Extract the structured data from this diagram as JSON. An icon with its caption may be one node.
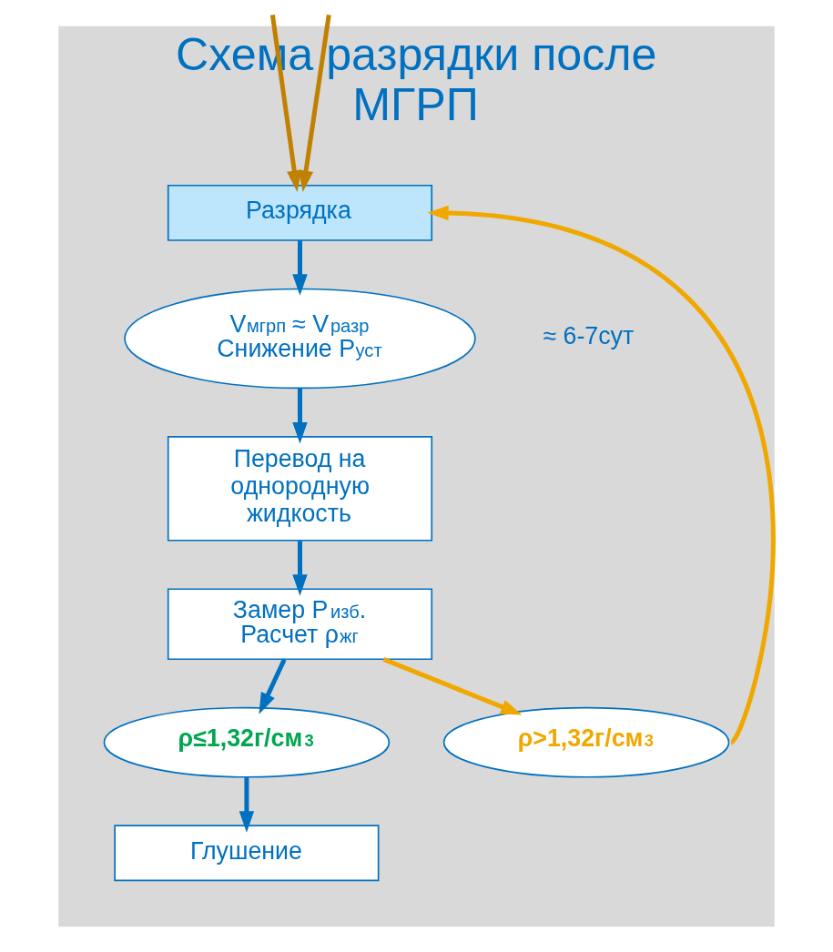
{
  "diagram": {
    "nodes": [
      {
        "text": [
          "Схема разрядки после МГРП"
        ]
      },
      {
        "text": [
          "Разрядка"
        ],
        "in": 0
      },
      {
        "text": [
          "V$_{мгрп}$ ≈ V$_{разр}$ Снижение Р$_{уст}$"
        ],
        "in": 0,
        "beside": [
          "≈ 6-7сут"
        ]
      },
      {
        "text": [
          "Перевод на однородную жидкость"
        ],
        "in": 0
      },
      {
        "text": [
          "Замер Р$_{изб}$. Расчет ρ$_{жг}$"
        ],
        "in": 0
      },
      {
        "text": [
          "ρ>1,32г/см$^{3}$"
        ],
        "in": 0
      },
      {
        "text": [
          "ρ≤1,32г/см$^{3}$"
        ],
        "in": 0
      },
      {
        "text": [
          "Глушение"
        ],
        "in": 0
      }
    ],
    "edges": [
      {
        "from": null,
        "to": 1,
        "arrow": "to",
        "color": "#c08000"
      },
      {
        "from": null,
        "to": 1,
        "arrow": "to",
        "color": "#c08000"
      },
      {
        "from": 1,
        "to": 2,
        "arrow": "to"
      },
      {
        "from": 2,
        "to": 3,
        "arrow": "to"
      },
      {
        "from": 3,
        "to": 4,
        "arrow": "to"
      },
      {
        "from": 4,
        "to": 5,
        "arrow": "to",
        "color": "#f0a800"
      },
      {
        "from": 5,
        "to": 1,
        "arrow": "to",
        "color": "#f0a800"
      },
      {
        "from": 4,
        "to": 6,
        "arrow": "to"
      },
      {
        "from": 6,
        "to": 7,
        "arrow": "to"
      }
    ]
  }
}
